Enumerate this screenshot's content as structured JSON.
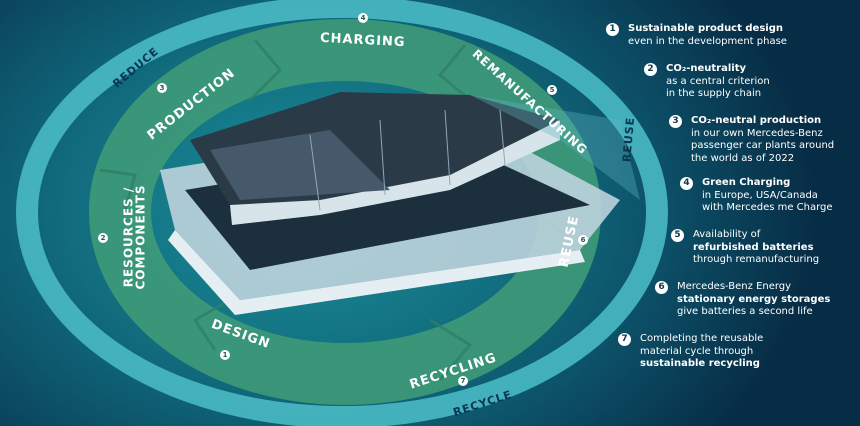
{
  "cycle": {
    "outer_labels": {
      "reduce": "REDUCE",
      "reuse": "REUSE",
      "recycle": "RECYCLE"
    },
    "stages": [
      {
        "number": "1",
        "label": "DESIGN"
      },
      {
        "number": "2",
        "label_line1": "RESOURCES /",
        "label_line2": "COMPONENTS"
      },
      {
        "number": "3",
        "label": "PRODUCTION"
      },
      {
        "number": "4",
        "label": "CHARGING"
      },
      {
        "number": "5",
        "label": "REMANUFACTURING"
      },
      {
        "number": "6",
        "label": "REUSE"
      },
      {
        "number": "7",
        "label": "RECYCLING"
      }
    ]
  },
  "legend": [
    {
      "number": "1",
      "bold": "Sustainable product design",
      "text": "even in the development phase"
    },
    {
      "number": "2",
      "bold": "CO₂-neutrality",
      "text1": "as a central criterion",
      "text2": "in the supply chain"
    },
    {
      "number": "3",
      "bold": "CO₂-neutral production",
      "text1": "in our own Mercedes-Benz",
      "text2": "passenger car plants around",
      "text3": "the world as of 2022"
    },
    {
      "number": "4",
      "bold": "Green Charging",
      "text1": "in Europe, USA/Canada",
      "text2": "with Mercedes me Charge"
    },
    {
      "number": "5",
      "pre": "Availability of",
      "bold": "refurbished batteries",
      "text": "through remanufacturing"
    },
    {
      "number": "6",
      "pre": "Mercedes-Benz Energy",
      "bold": "stationary energy storages",
      "text": "give batteries a second life"
    },
    {
      "number": "7",
      "pre1": "Completing the reusable",
      "pre2": "material cycle through",
      "bold": "sustainable recycling"
    }
  ],
  "colors": {
    "ring_outer": "#4fc3cc",
    "ring_green": "#3f9a78",
    "background": "#0b4a62"
  }
}
